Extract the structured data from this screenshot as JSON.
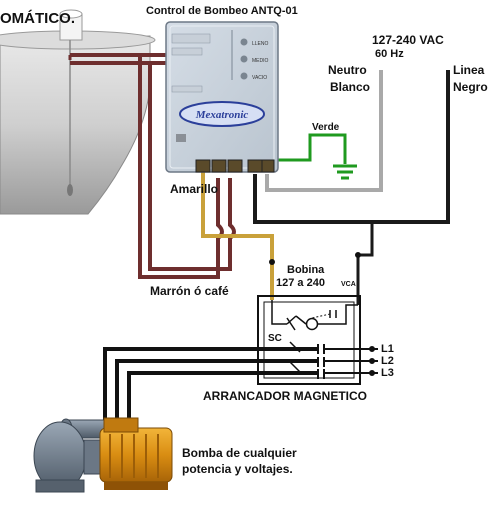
{
  "header": {
    "title_fragment": "OMÁTICO.",
    "controller_name": "Control de Bombeo ANTQ-01"
  },
  "power": {
    "voltage": "127-240 VAC",
    "frequency": "60 Hz",
    "neutral_label_1": "Neutro",
    "neutral_label_2": "Blanco",
    "line_label_1": "Linea",
    "line_label_2": "Negro"
  },
  "controller": {
    "brand": "Mexatronic",
    "led_labels": [
      "LLENO",
      "MEDIO",
      "VACIO"
    ]
  },
  "wires": {
    "ground": "Verde",
    "yellow": "Amarillo",
    "brown": "Marrón ó café"
  },
  "contactor": {
    "coil_label_1": "Bobina",
    "coil_label_2": "127 a 240",
    "coil_unit": "VCA",
    "sc_label": "SC",
    "phases": [
      "L1",
      "L2",
      "L3"
    ],
    "name": "ARRANCADOR MAGNETICO"
  },
  "pump": {
    "caption_1": "Bomba de cualquier",
    "caption_2": "potencia y voltajes."
  }
}
